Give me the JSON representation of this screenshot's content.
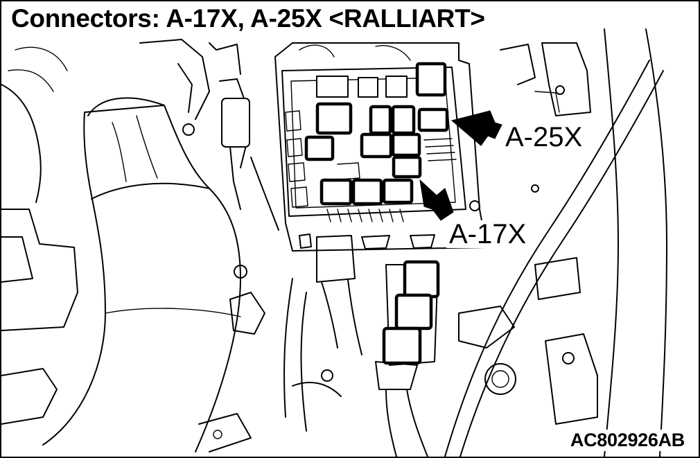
{
  "figure": {
    "title": "Connectors: A-17X, A-25X <RALLIART>",
    "figure_id": "AC802926AB"
  },
  "callouts": [
    {
      "id": "a25x",
      "label": "A-25X"
    },
    {
      "id": "a17x",
      "label": "A-17X"
    }
  ],
  "colors": {
    "line": "#000000",
    "background": "#ffffff"
  }
}
